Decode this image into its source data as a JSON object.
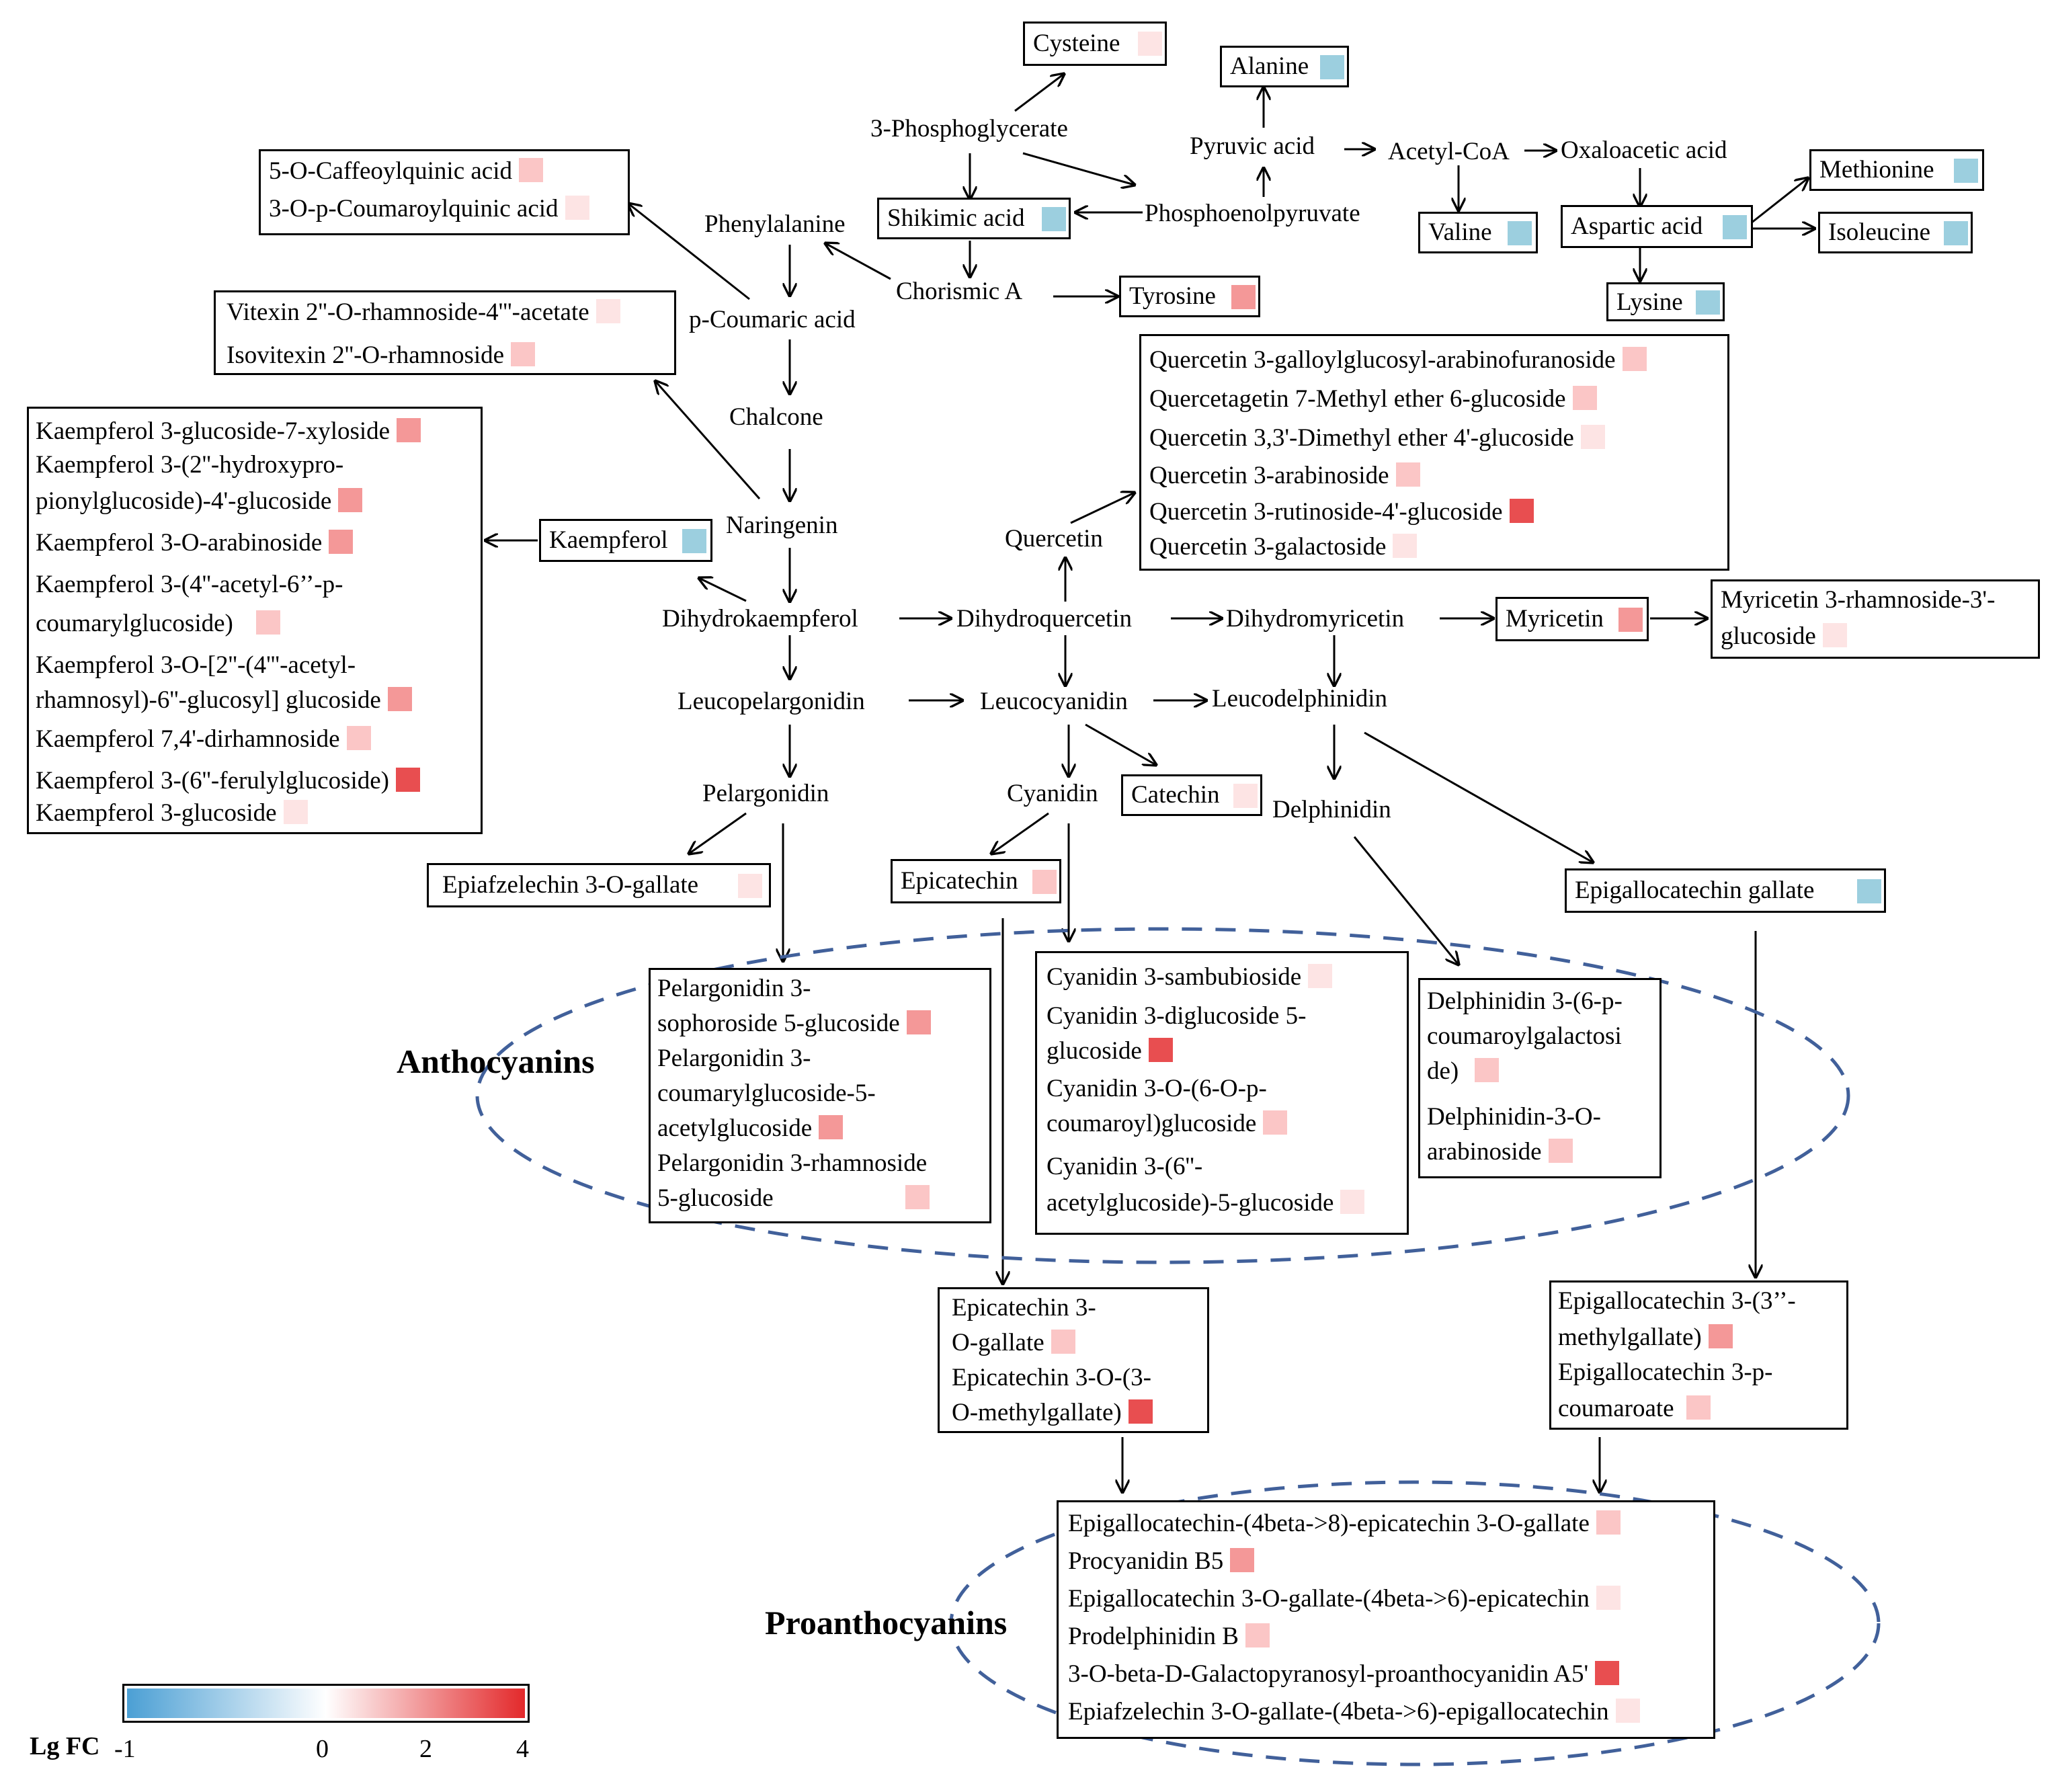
{
  "colors": {
    "blue": "#9ccfdf",
    "pale": "#fde4e4",
    "light": "#fbc6c6",
    "medium": "#f49898",
    "strong": "#e84e50",
    "legend_low": "#4b9fd4",
    "legend_mid": "#ffffff",
    "legend_high": "#e3292b"
  },
  "nodes": {
    "phosphoglycerate": "3-Phosphoglycerate",
    "phenylalanine": "Phenylalanine",
    "phosphoenolpyruvate": "Phosphoenolpyruvate",
    "pyruvic": "Pyruvic acid",
    "acetylcoa": "Acetyl-CoA",
    "oxaloacetic": "Oxaloacetic acid",
    "chorismic": "Chorismic A",
    "coumaric": "p-Coumaric acid",
    "chalcone": "Chalcone",
    "naringenin": "Naringenin",
    "quercetin": "Quercetin",
    "dihydrokaempferol": "Dihydrokaempferol",
    "dihydroquercetin": "Dihydroquercetin",
    "dihydromyricetin": "Dihydromyricetin",
    "leucopelargonidin": "Leucopelargonidin",
    "leucocyanidin": "Leucocyanidin",
    "leucodelphinidin": "Leucodelphinidin",
    "pelargonidin": "Pelargonidin",
    "cyanidin": "Cyanidin",
    "delphinidin": "Delphinidin"
  },
  "boxes": {
    "cysteine": {
      "lines": [
        {
          "text": "Cysteine",
          "level": "pale"
        }
      ]
    },
    "alanine": {
      "lines": [
        {
          "text": "Alanine",
          "level": "blue"
        }
      ]
    },
    "methionine": {
      "lines": [
        {
          "text": "Methionine",
          "level": "blue"
        }
      ]
    },
    "isoleucine": {
      "lines": [
        {
          "text": "Isoleucine",
          "level": "blue"
        }
      ]
    },
    "valine": {
      "lines": [
        {
          "text": "Valine",
          "level": "blue"
        }
      ]
    },
    "aspartic": {
      "lines": [
        {
          "text": "Aspartic acid",
          "level": "blue"
        }
      ]
    },
    "lysine": {
      "lines": [
        {
          "text": "Lysine",
          "level": "blue"
        }
      ]
    },
    "shikimic": {
      "lines": [
        {
          "text": "Shikimic acid",
          "level": "blue"
        }
      ]
    },
    "tyrosine": {
      "lines": [
        {
          "text": "Tyrosine",
          "level": "medium"
        }
      ]
    },
    "kaempferol": {
      "lines": [
        {
          "text": "Kaempferol",
          "level": "blue"
        }
      ]
    },
    "myricetin": {
      "lines": [
        {
          "text": "Myricetin",
          "level": "medium"
        }
      ]
    },
    "catechin": {
      "lines": [
        {
          "text": "Catechin",
          "level": "pale"
        }
      ]
    },
    "epicatechin": {
      "lines": [
        {
          "text": "Epicatechin",
          "level": "light"
        }
      ]
    },
    "epigallocatechin_gallate": {
      "lines": [
        {
          "text": "Epigallocatechin gallate",
          "level": "blue"
        }
      ]
    },
    "epiafzelechin": {
      "lines": [
        {
          "text": "Epiafzelechin 3-O-gallate",
          "level": "pale"
        }
      ]
    },
    "quinic": {
      "lines": [
        {
          "text": "5-O-Caffeoylquinic acid",
          "level": "light"
        },
        {
          "text": "3-O-p-Coumaroylquinic acid",
          "level": "pale"
        }
      ]
    },
    "vitexin": {
      "lines": [
        {
          "text": "Vitexin 2''-O-rhamnoside-4'''-acetate",
          "level": "pale"
        },
        {
          "text": "Isovitexin 2''-O-rhamnoside",
          "level": "light"
        }
      ]
    },
    "kaempferol_glycosides": {
      "lines": [
        {
          "text": "Kaempferol 3-glucoside-7-xyloside",
          "level": "medium"
        },
        {
          "text": "Kaempferol 3-(2''-hydroxypro-",
          "level": null
        },
        {
          "text": "pionylglucoside)-4'-glucoside",
          "level": "medium"
        },
        {
          "text": "Kaempferol 3-O-arabinoside",
          "level": "medium"
        },
        {
          "text": "Kaempferol 3-(4''-acetyl-6’’-p-",
          "level": null
        },
        {
          "text": "coumarylglucoside)",
          "level": "light"
        },
        {
          "text": "Kaempferol 3-O-[2''-(4'''-acetyl-",
          "level": null
        },
        {
          "text": "rhamnosyl)-6''-glucosyl] glucoside",
          "level": "medium"
        },
        {
          "text": "Kaempferol 7,4'-dirhamnoside",
          "level": "light"
        },
        {
          "text": "Kaempferol 3-(6''-ferulylglucoside)",
          "level": "strong"
        },
        {
          "text": "Kaempferol 3-glucoside",
          "level": "pale"
        }
      ]
    },
    "quercetin_glycosides": {
      "lines": [
        {
          "text": "Quercetin 3-galloylglucosyl-arabinofuranoside",
          "level": "light"
        },
        {
          "text": "Quercetagetin 7-Methyl ether 6-glucoside",
          "level": "light"
        },
        {
          "text": "Quercetin 3,3'-Dimethyl ether 4'-glucoside",
          "level": "pale"
        },
        {
          "text": "Quercetin 3-arabinoside",
          "level": "light"
        },
        {
          "text": "Quercetin 3-rutinoside-4'-glucoside",
          "level": "strong"
        },
        {
          "text": "Quercetin 3-galactoside",
          "level": "pale"
        }
      ]
    },
    "myricetin_glycoside": {
      "lines": [
        {
          "text": "Myricetin 3-rhamnoside-3'-",
          "level": null
        },
        {
          "text": "glucoside",
          "level": "pale"
        }
      ]
    },
    "pelargonidin_glycosides": {
      "lines": [
        {
          "text": "Pelargonidin 3-",
          "level": null
        },
        {
          "text": "sophoroside 5-glucoside",
          "level": "medium"
        },
        {
          "text": "Pelargonidin 3-",
          "level": null
        },
        {
          "text": "coumarylglucoside-5-",
          "level": null
        },
        {
          "text": "acetylglucoside",
          "level": "medium"
        },
        {
          "text": "Pelargonidin 3-rhamnoside",
          "level": null
        },
        {
          "text": "5-glucoside",
          "level": "light"
        }
      ]
    },
    "cyanidin_glycosides": {
      "lines": [
        {
          "text": "Cyanidin 3-sambubioside",
          "level": "pale"
        },
        {
          "text": "Cyanidin 3-diglucoside 5-",
          "level": null
        },
        {
          "text": "glucoside",
          "level": "strong"
        },
        {
          "text": "Cyanidin 3-O-(6-O-p-",
          "level": null
        },
        {
          "text": "coumaroyl)glucoside",
          "level": "light"
        },
        {
          "text": "Cyanidin 3-(6''-",
          "level": null
        },
        {
          "text": "acetylglucoside)-5-glucoside",
          "level": "pale"
        }
      ]
    },
    "delphinidin_glycosides": {
      "lines": [
        {
          "text": "Delphinidin 3-(6-p-",
          "level": null
        },
        {
          "text": "coumaroylgalactosi",
          "level": null
        },
        {
          "text": "de)",
          "level": "light"
        },
        {
          "text": "Delphinidin-3-O-",
          "level": null
        },
        {
          "text": "arabinoside",
          "level": "light"
        }
      ]
    },
    "epicatechin_gallates": {
      "lines": [
        {
          "text": "Epicatechin 3-",
          "level": null
        },
        {
          "text": "O-gallate",
          "level": "light"
        },
        {
          "text": "Epicatechin 3-O-(3-",
          "level": null
        },
        {
          "text": "O-methylgallate)",
          "level": "strong"
        }
      ]
    },
    "epigallocatechin_esters": {
      "lines": [
        {
          "text": "Epigallocatechin 3-(3’’-",
          "level": null
        },
        {
          "text": "methylgallate)",
          "level": "medium"
        },
        {
          "text": "Epigallocatechin 3-p-",
          "level": null
        },
        {
          "text": "coumaroate",
          "level": "light"
        }
      ]
    },
    "proanthocyanidins": {
      "lines": [
        {
          "text": "Epigallocatechin-(4beta->8)-epicatechin 3-O-gallate",
          "level": "light"
        },
        {
          "text": "Procyanidin B5",
          "level": "medium"
        },
        {
          "text": "Epigallocatechin 3-O-gallate-(4beta->6)-epicatechin",
          "level": "pale"
        },
        {
          "text": "Prodelphinidin B",
          "level": "light"
        },
        {
          "text": "3-O-beta-D-Galactopyranosyl-proanthocyanidin A5'",
          "level": "strong"
        },
        {
          "text": "Epiafzelechin 3-O-gallate-(4beta->6)-epigallocatechin",
          "level": "pale"
        }
      ]
    }
  },
  "groups": {
    "anthocyanins": "Anthocyanins",
    "proanthocyanins": "Proanthocyanins"
  },
  "legend": {
    "title": "Lg FC",
    "ticks": [
      "-1",
      "0",
      "2",
      "4"
    ]
  }
}
